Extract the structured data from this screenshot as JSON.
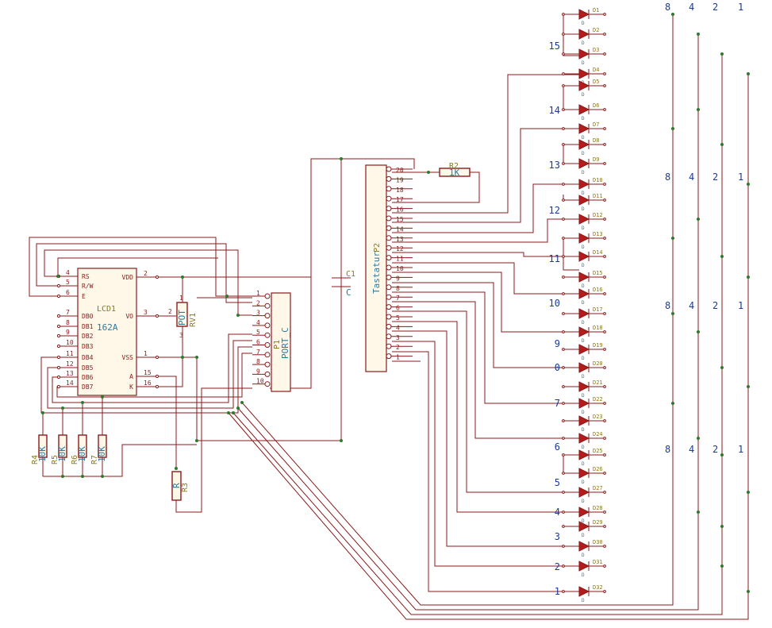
{
  "lcd": {
    "ref": "LCD1",
    "value": "162A",
    "left_pins": [
      {
        "num": "4",
        "name": "RS"
      },
      {
        "num": "5",
        "name": "R/W"
      },
      {
        "num": "6",
        "name": "E"
      },
      {
        "num": "7",
        "name": "DB0"
      },
      {
        "num": "8",
        "name": "DB1"
      },
      {
        "num": "9",
        "name": "DB2"
      },
      {
        "num": "10",
        "name": "DB3"
      },
      {
        "num": "11",
        "name": "DB4"
      },
      {
        "num": "12",
        "name": "DB5"
      },
      {
        "num": "13",
        "name": "DB6"
      },
      {
        "num": "14",
        "name": "DB7"
      }
    ],
    "right_pins": [
      {
        "num": "2",
        "name": "VDD"
      },
      {
        "num": "3",
        "name": "VO"
      },
      {
        "num": "1",
        "name": "VSS"
      },
      {
        "num": "15",
        "name": "A"
      },
      {
        "num": "16",
        "name": "K"
      }
    ]
  },
  "pot": {
    "ref": "RV1",
    "value": "POT",
    "pins": [
      "1",
      "2",
      "3"
    ]
  },
  "port": {
    "ref": "P1",
    "value": "PORT_C",
    "pins": [
      "1",
      "2",
      "3",
      "4",
      "5",
      "6",
      "7",
      "8",
      "9",
      "10"
    ]
  },
  "connector": {
    "ref": "P2",
    "value": "Tastatur",
    "pins": [
      "20",
      "19",
      "18",
      "17",
      "16",
      "15",
      "14",
      "13",
      "12",
      "11",
      "10",
      "9",
      "8",
      "7",
      "6",
      "5",
      "4",
      "3",
      "2",
      "1"
    ]
  },
  "capacitor": {
    "ref": "C1",
    "value": "C"
  },
  "r2": {
    "ref": "R2",
    "value": "1K"
  },
  "r3": {
    "ref": "R3",
    "value": "R"
  },
  "pullups": [
    {
      "ref": "R4",
      "value": "10K"
    },
    {
      "ref": "R5",
      "value": "10K"
    },
    {
      "ref": "R6",
      "value": "10K"
    },
    {
      "ref": "R7",
      "value": "10K"
    }
  ],
  "diodes": [
    "D1",
    "D2",
    "D3",
    "D4",
    "D5",
    "D6",
    "D7",
    "D8",
    "D9",
    "D10",
    "D11",
    "D12",
    "D13",
    "D14",
    "D15",
    "D16",
    "D17",
    "D18",
    "D19",
    "D20",
    "D21",
    "D22",
    "D23",
    "D24",
    "D25",
    "D26",
    "D27",
    "D28",
    "D29",
    "D30",
    "D31",
    "D32"
  ],
  "diode_value": "D",
  "key_labels": [
    "15",
    "14",
    "13",
    "12",
    "11",
    "10",
    "9",
    "0",
    "7",
    "6",
    "5",
    "4",
    "3",
    "2",
    "1"
  ],
  "bit_headers": [
    "8",
    "4",
    "2",
    "1"
  ]
}
